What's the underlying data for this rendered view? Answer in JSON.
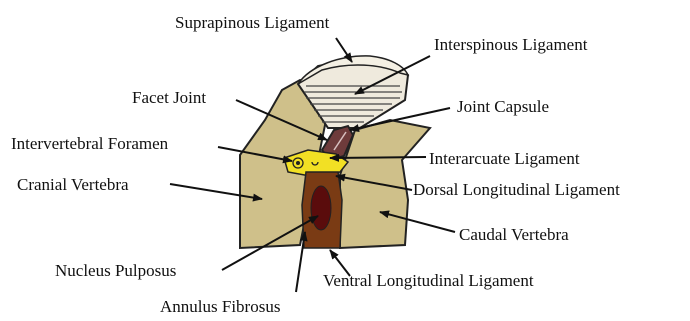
{
  "labels": {
    "supraspinous": "Suprapinous Ligament",
    "interspinous": "Interspinous Ligament",
    "facet_joint": "Facet Joint",
    "joint_capsule": "Joint Capsule",
    "intervertebral_foramen": "Intervertebral Foramen",
    "interarcuate": "Interarcuate Ligament",
    "cranial_vertebra": "Cranial Vertebra",
    "dorsal_longitudinal": "Dorsal Longitudinal Ligament",
    "caudal_vertebra": "Caudal Vertebra",
    "nucleus_pulposus": "Nucleus Pulposus",
    "ventral_longitudinal": "Ventral Longitudinal Ligament",
    "annulus_fibrosus": "Annulus Fibrosus"
  },
  "colors": {
    "bone": "#cfc08a",
    "outline": "#222222",
    "ligament_stripes": "#efeadd",
    "capsule": "#6e3b3b",
    "interarcuate": "#f2e024",
    "disc": "#7a3b14",
    "nucleus": "#5a0c0c"
  }
}
